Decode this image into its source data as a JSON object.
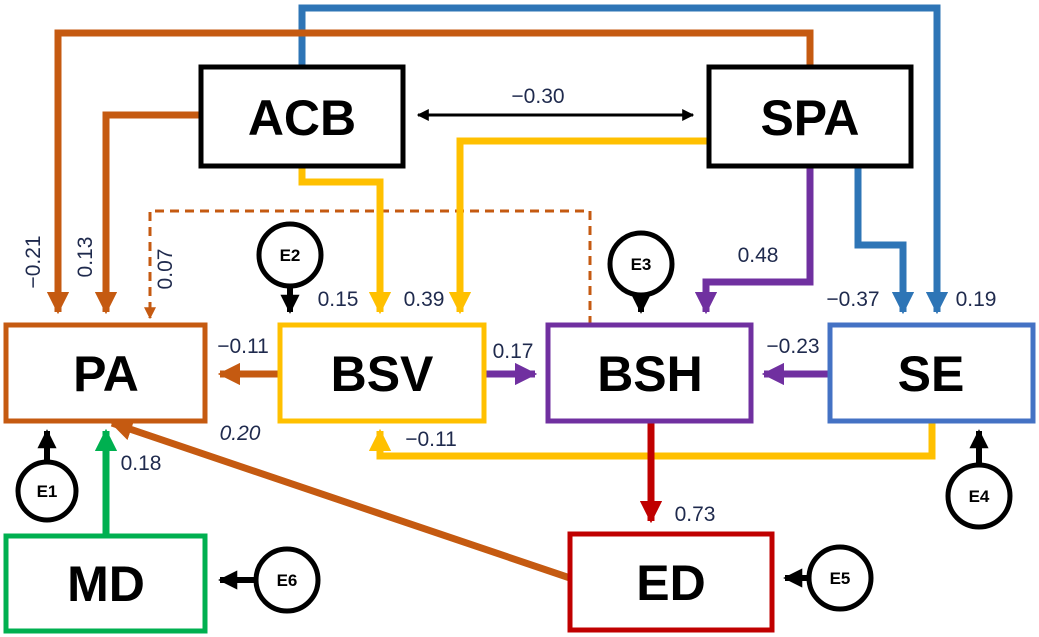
{
  "colors": {
    "orange": "#c55a11",
    "blue": "#2e75b6",
    "gold": "#ffc000",
    "purple": "#7030a0",
    "green": "#00b050",
    "red": "#c00000",
    "black": "#000000"
  },
  "nodes": {
    "acb": "ACB",
    "spa": "SPA",
    "pa": "PA",
    "bsv": "BSV",
    "bsh": "BSH",
    "se": "SE",
    "md": "MD",
    "ed": "ED"
  },
  "errors": {
    "e1": "E1",
    "e2": "E2",
    "e3": "E3",
    "e4": "E4",
    "e5": "E5",
    "e6": "E6"
  },
  "coefficients": {
    "acb_spa": "−0.30",
    "spa_pa": "−0.21",
    "acb_pa": "0.13",
    "bsh_pa": "0.07",
    "acb_bsv": "0.15",
    "spa_bsv": "0.39",
    "spa_bsh": "0.48",
    "spa_se": "−0.37",
    "acb_se": "0.19",
    "bsv_pa": "−0.11",
    "bsv_bsh": "0.17",
    "se_bsh": "−0.23",
    "ed_pa": "0.20",
    "se_bsv": "−0.11",
    "md_pa": "0.18",
    "bsh_ed": "0.73"
  }
}
